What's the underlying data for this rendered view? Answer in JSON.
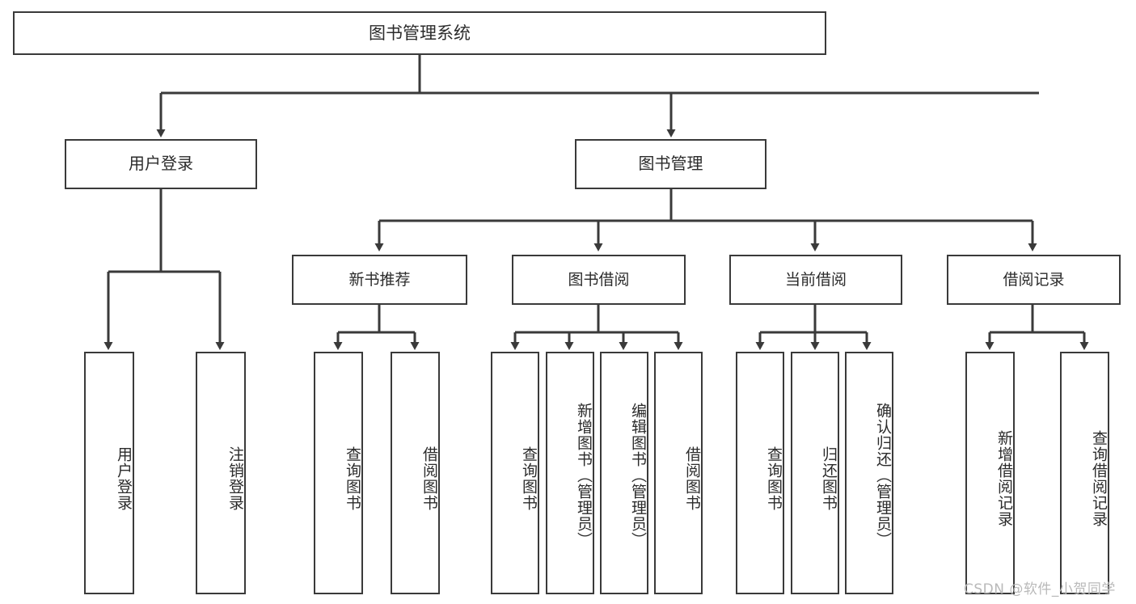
{
  "diagram": {
    "type": "tree",
    "title": "图书管理系统",
    "root": {
      "label": "图书管理系统"
    },
    "level1": [
      {
        "label": "用户登录"
      },
      {
        "label": "图书管理"
      }
    ],
    "level2": [
      {
        "label": "新书推荐"
      },
      {
        "label": "图书借阅"
      },
      {
        "label": "当前借阅"
      },
      {
        "label": "借阅记录"
      }
    ],
    "leaves": [
      {
        "label": "用户登录",
        "parent": "用户登录"
      },
      {
        "label": "注销登录",
        "parent": "用户登录"
      },
      {
        "label": "查询图书",
        "parent": "新书推荐"
      },
      {
        "label": "借阅图书",
        "parent": "新书推荐"
      },
      {
        "label": "查询图书",
        "parent": "图书借阅"
      },
      {
        "label": "新增图书（管理员）",
        "parent": "图书借阅"
      },
      {
        "label": "编辑图书（管理员）",
        "parent": "图书借阅"
      },
      {
        "label": "借阅图书",
        "parent": "图书借阅"
      },
      {
        "label": "查询图书",
        "parent": "当前借阅"
      },
      {
        "label": "归还图书",
        "parent": "当前借阅"
      },
      {
        "label": "确认归还（管理员）",
        "parent": "当前借阅"
      },
      {
        "label": "新增借阅记录",
        "parent": "借阅记录"
      },
      {
        "label": "查询借阅记录",
        "parent": "借阅记录"
      }
    ]
  },
  "watermark": {
    "text": "CSDN @软件_小贺同学"
  },
  "colors": {
    "stroke": "#3a3a3a",
    "text": "#2b2b2b",
    "background": "#ffffff",
    "watermark": "#b9b9b9"
  }
}
